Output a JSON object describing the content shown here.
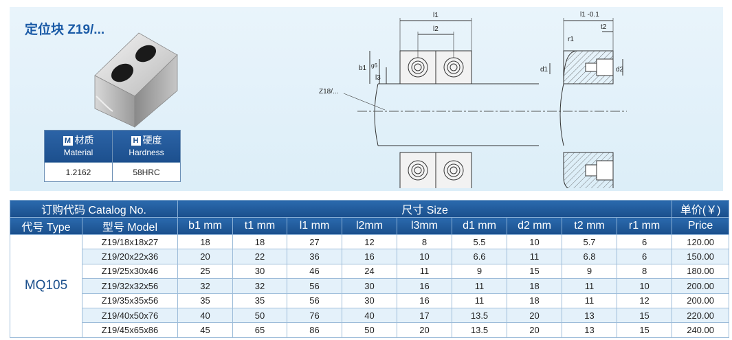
{
  "title": "定位块 Z19/...",
  "material_table": {
    "material_letter": "M",
    "material_zh": "材质",
    "material_en": "Material",
    "hardness_letter": "H",
    "hardness_zh": "硬度",
    "hardness_en": "Hardness",
    "material_value": "1.2162",
    "hardness_value": "58HRC"
  },
  "drawing_labels": {
    "l1": "l1",
    "l2": "l2",
    "l1_tol": "l1 -0.1",
    "t2": "t2",
    "r1": "r1",
    "b1": "b1",
    "g6": "g6",
    "l3": "l3",
    "d1": "d1",
    "d2": "d2",
    "z18": "Z18/..."
  },
  "spec_table": {
    "catalog_header": "订购代码 Catalog No.",
    "size_header": "尺寸 Size",
    "price_header_zh": "单价(￥)",
    "price_header_en": "Price",
    "type_header": "代号 Type",
    "model_header": "型号 Model",
    "columns": [
      "b1 mm",
      "t1 mm",
      "l1 mm",
      "l2mm",
      "l3mm",
      "d1 mm",
      "d2 mm",
      "t2 mm",
      "r1 mm"
    ],
    "type_value": "MQ105",
    "rows": [
      {
        "model": "Z19/18x18x27",
        "b1": "18",
        "t1": "18",
        "l1": "27",
        "l2": "12",
        "l3": "8",
        "d1": "5.5",
        "d2": "10",
        "t2": "5.7",
        "r1": "6",
        "price": "120.00"
      },
      {
        "model": "Z19/20x22x36",
        "b1": "20",
        "t1": "22",
        "l1": "36",
        "l2": "16",
        "l3": "10",
        "d1": "6.6",
        "d2": "11",
        "t2": "6.8",
        "r1": "6",
        "price": "150.00"
      },
      {
        "model": "Z19/25x30x46",
        "b1": "25",
        "t1": "30",
        "l1": "46",
        "l2": "24",
        "l3": "11",
        "d1": "9",
        "d2": "15",
        "t2": "9",
        "r1": "8",
        "price": "180.00"
      },
      {
        "model": "Z19/32x32x56",
        "b1": "32",
        "t1": "32",
        "l1": "56",
        "l2": "30",
        "l3": "16",
        "d1": "11",
        "d2": "18",
        "t2": "11",
        "r1": "10",
        "price": "200.00"
      },
      {
        "model": "Z19/35x35x56",
        "b1": "35",
        "t1": "35",
        "l1": "56",
        "l2": "30",
        "l3": "16",
        "d1": "11",
        "d2": "18",
        "t2": "11",
        "r1": "12",
        "price": "200.00"
      },
      {
        "model": "Z19/40x50x76",
        "b1": "40",
        "t1": "50",
        "l1": "76",
        "l2": "40",
        "l3": "17",
        "d1": "13.5",
        "d2": "20",
        "t2": "13",
        "r1": "15",
        "price": "220.00"
      },
      {
        "model": "Z19/45x65x86",
        "b1": "45",
        "t1": "65",
        "l1": "86",
        "l2": "50",
        "l3": "20",
        "d1": "13.5",
        "d2": "20",
        "t2": "13",
        "r1": "15",
        "price": "240.00"
      }
    ]
  }
}
